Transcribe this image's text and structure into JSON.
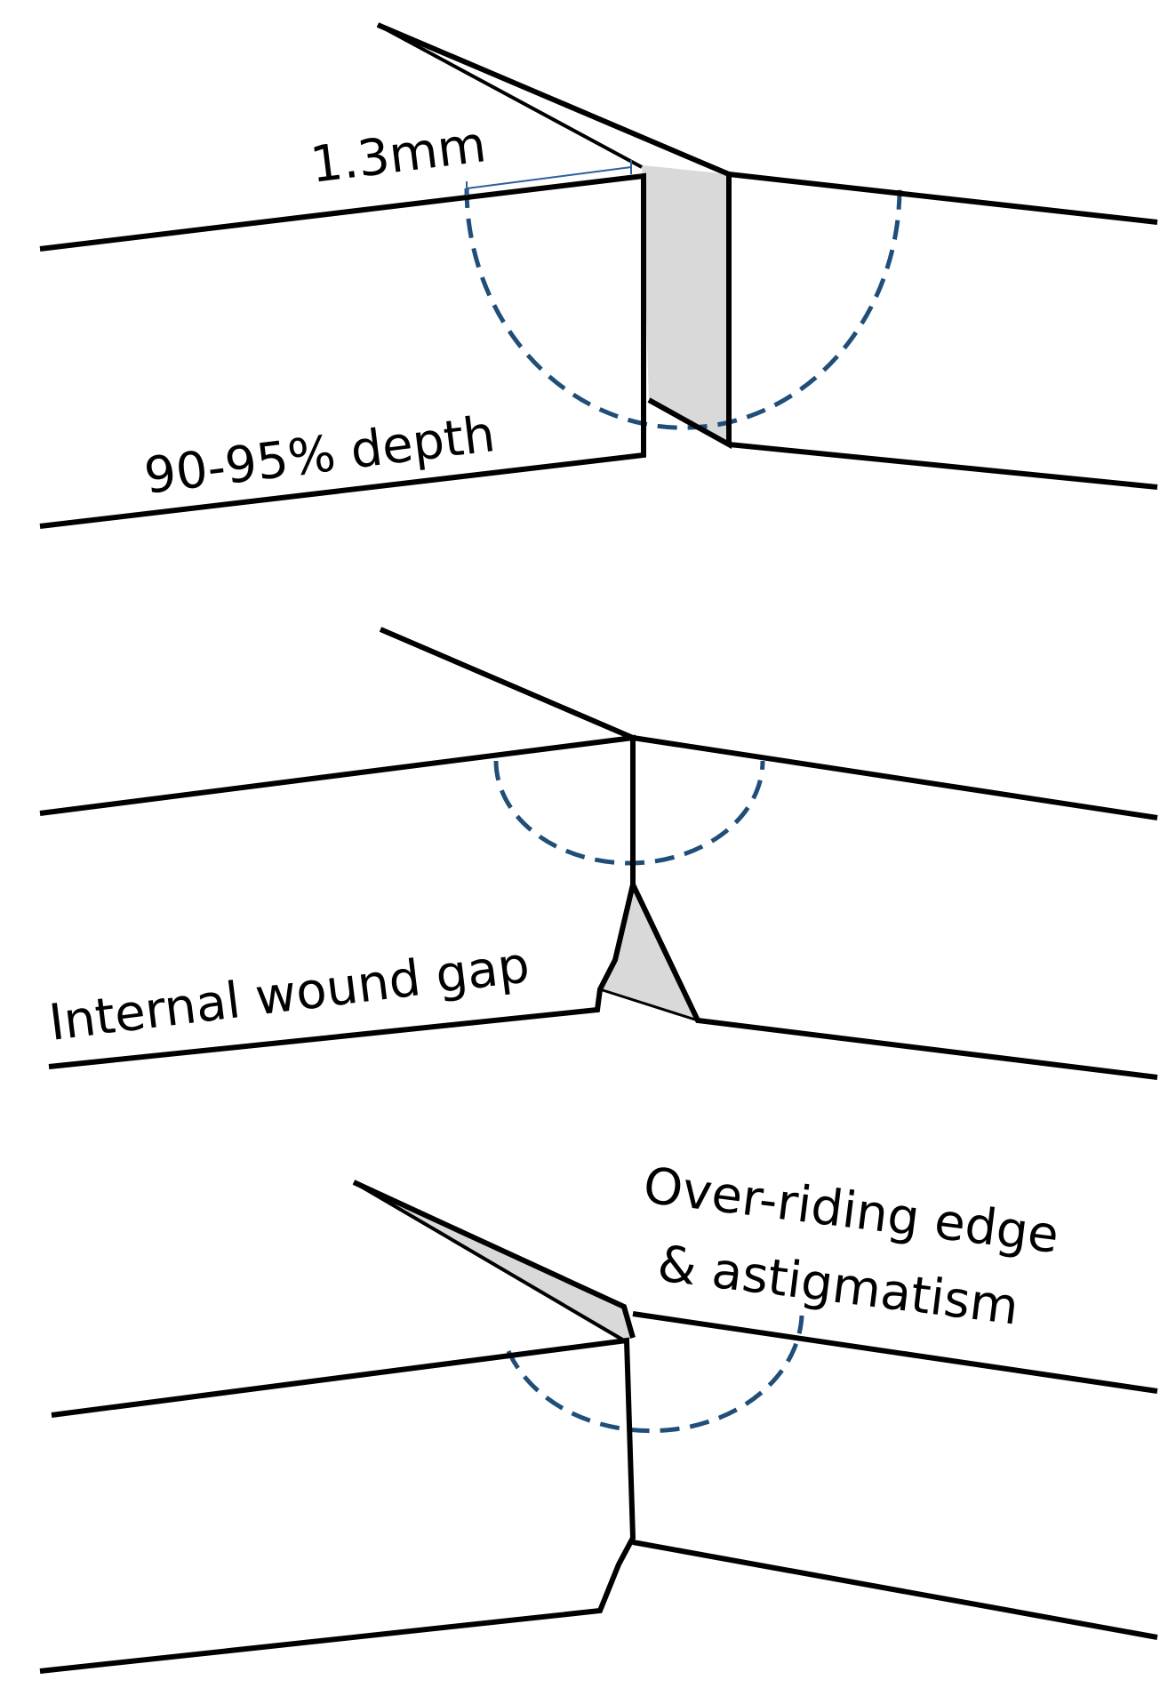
{
  "panels": [
    {
      "id": "panel-1",
      "labels": {
        "measurement": "1.3mm",
        "depth": "90-95% depth"
      }
    },
    {
      "id": "panel-2",
      "labels": {
        "gap": "Internal wound gap"
      }
    },
    {
      "id": "panel-3",
      "labels": {
        "line1": "Over-riding edge",
        "line2": "& astigmatism"
      }
    }
  ],
  "colors": {
    "outline": "#000000",
    "fill": "#d9d9d9",
    "dashed_arc": "#1f4e79",
    "measure_line": "#2e5fa0",
    "background": "#ffffff"
  }
}
